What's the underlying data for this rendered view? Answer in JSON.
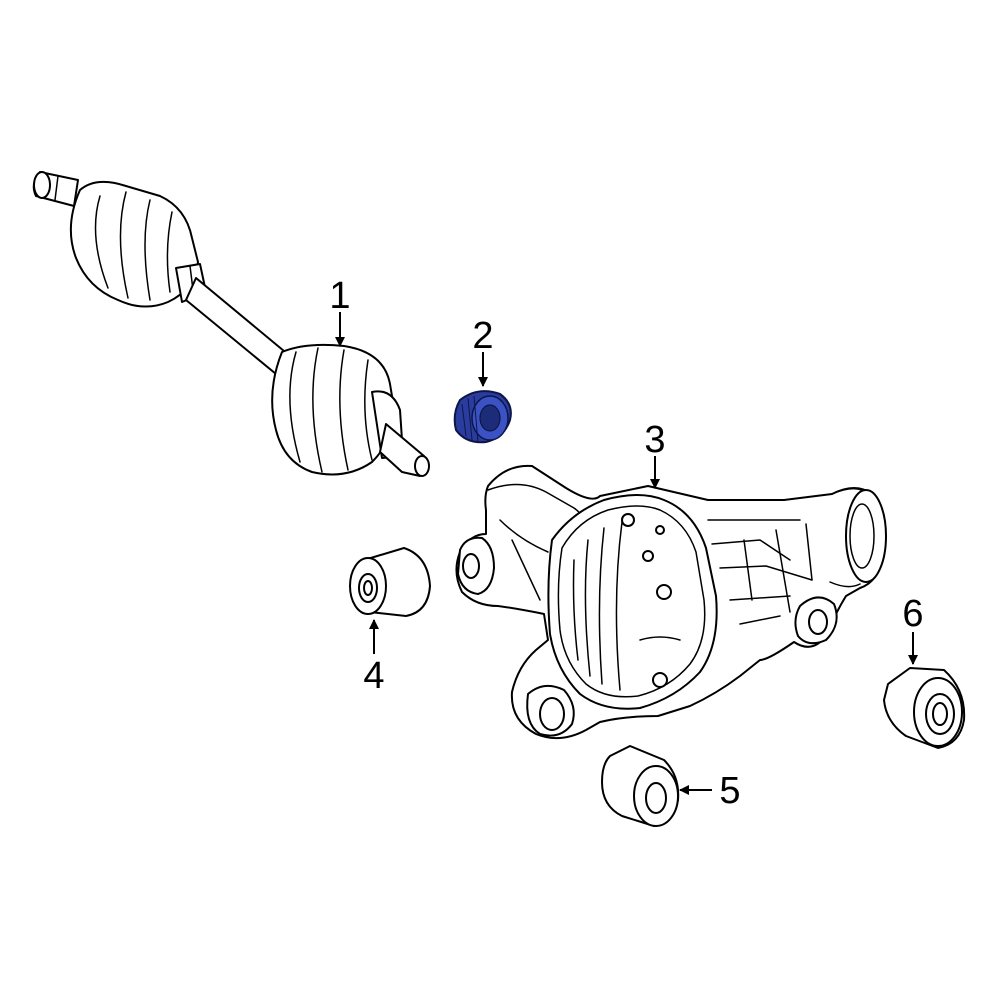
{
  "callouts": [
    {
      "id": 1,
      "label": "1"
    },
    {
      "id": 2,
      "label": "2"
    },
    {
      "id": 3,
      "label": "3"
    },
    {
      "id": 4,
      "label": "4"
    },
    {
      "id": 5,
      "label": "5"
    },
    {
      "id": 6,
      "label": "6"
    }
  ],
  "highlight": {
    "part": "2",
    "color": "#2a3c9e"
  }
}
